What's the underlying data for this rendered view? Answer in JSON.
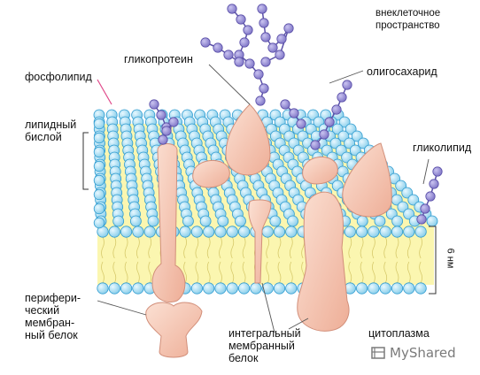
{
  "labels": {
    "extracellular": "внеклеточное\nпространство",
    "glycoprotein": "гликопротеин",
    "phospholipid": "фосфолипид",
    "oligosaccharide": "олигосахарид",
    "lipid_bilayer": "липидный\nбислой",
    "glycolipid": "гликолипид",
    "thickness": "6 нм",
    "peripheral_protein": "перифери-\nческий\nмембран-\nный белок",
    "integral_protein": "интегральный\nмембранный\nбелок",
    "cytoplasm": "цитоплазма"
  },
  "watermark": {
    "text": "MyShared",
    "icon": "myshared-logo-icon"
  },
  "colors": {
    "sphere_fill": "#9fdcf2",
    "sphere_stroke": "#2e9bd0",
    "tail_band": "#fbf6b0",
    "protein": "#f4c5b2",
    "protein_stroke": "#d28f7a",
    "sugar": "#8e86cf",
    "sugar_stroke": "#5a4fa8",
    "leader_pink": "#e0498a"
  }
}
